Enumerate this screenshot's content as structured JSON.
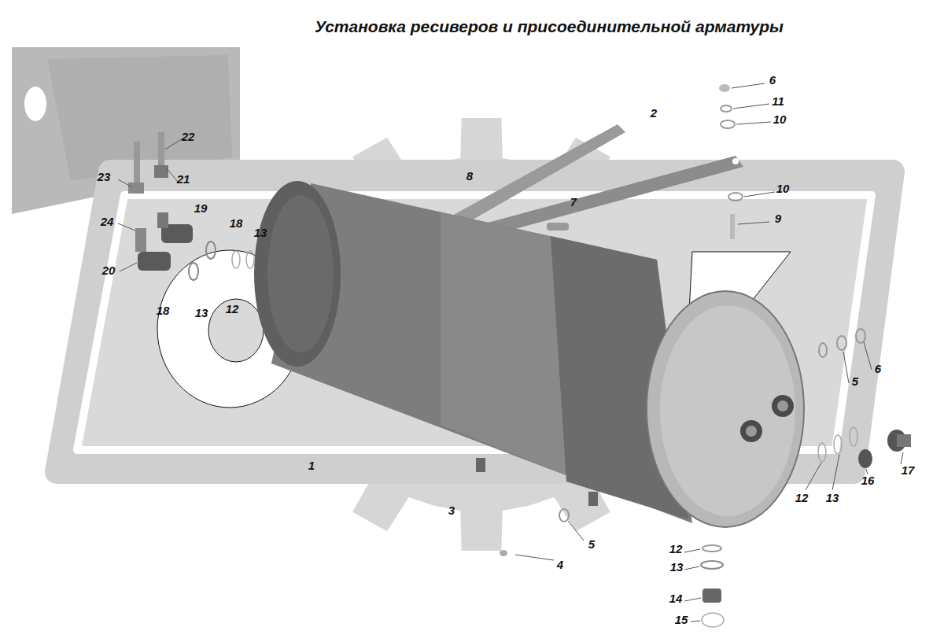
{
  "diagram": {
    "title": "Установка ресиверов и присоединительной арматуры",
    "labels": [
      "6",
      "11",
      "10",
      "2",
      "22",
      "8",
      "23",
      "21",
      "10",
      "7",
      "9",
      "19",
      "24",
      "18",
      "13",
      "20",
      "18",
      "13",
      "12",
      "6",
      "5",
      "1",
      "17",
      "12",
      "13",
      "16",
      "3",
      "5",
      "12",
      "4",
      "13",
      "14",
      "15"
    ]
  }
}
